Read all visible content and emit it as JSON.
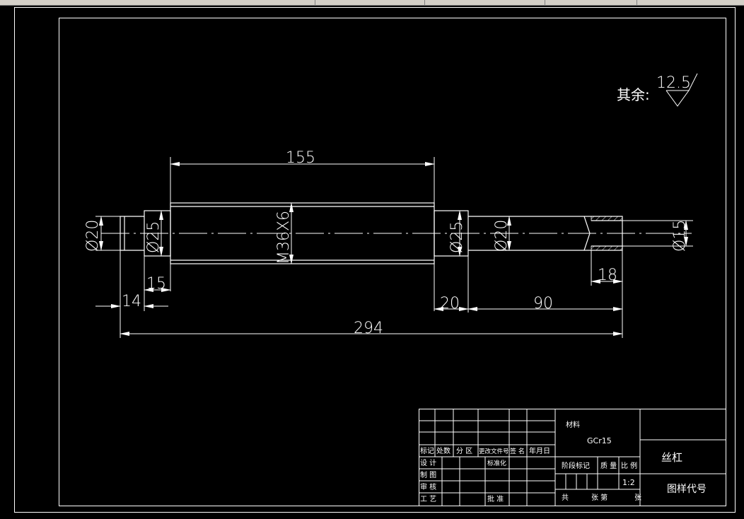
{
  "toolbar": {
    "label": ""
  },
  "roughness": {
    "prefix": "其余:",
    "value": "12.5"
  },
  "dimensions": {
    "d155": "155",
    "d15": "15",
    "d14": "14",
    "d20": "20",
    "d90": "90",
    "d18": "18",
    "d294": "294",
    "dia20_left": "Ø20",
    "dia25_left": "Ø25",
    "thread": "M36X6",
    "dia25_right": "Ø25",
    "dia20_right": "Ø20",
    "dia15": "Ø15"
  },
  "title_block": {
    "material_label": "材料",
    "material_value": "GCr15",
    "part_name": "丝杠",
    "drawing_code": "图样代号",
    "hdr_mark": "标记",
    "hdr_count": "处数",
    "hdr_zone": "分 区",
    "hdr_change_doc": "更改文件号",
    "hdr_sign": "签 名",
    "hdr_date": "年月日",
    "design": "设 计",
    "standardize": "标准化",
    "draw": "制 图",
    "review": "审 核",
    "process": "工 艺",
    "approve": "批 准",
    "stage_mark": "阶段标记",
    "weight": "质 量",
    "scale": "比 例",
    "scale_value": "1:2",
    "total": "共",
    "sheets": "张 第",
    "sheet": "张"
  },
  "colors": {
    "background": "#000000",
    "lines": "#ffffff"
  }
}
